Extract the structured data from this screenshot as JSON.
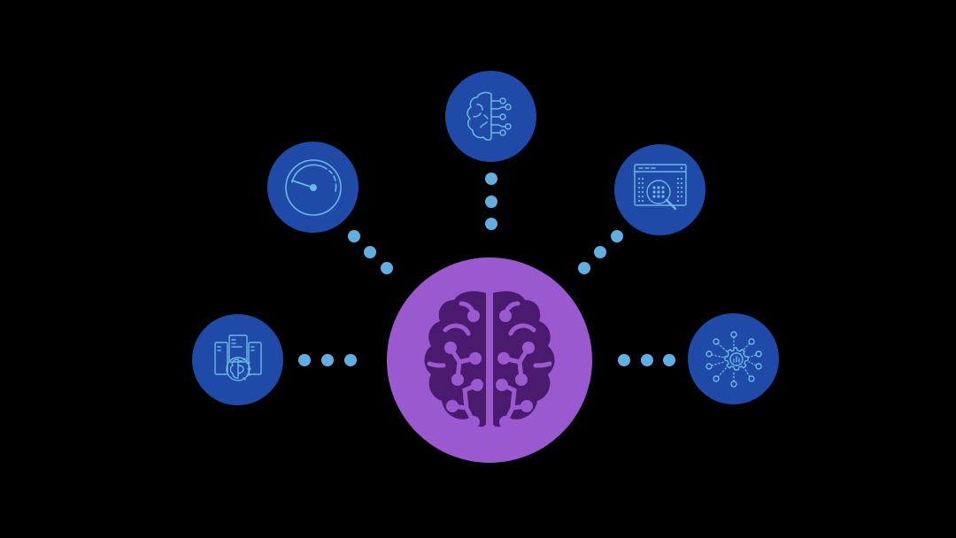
{
  "diagram": {
    "type": "hub-and-spoke",
    "background": "#000000",
    "colors": {
      "hub_fill": "#9b59d0",
      "hub_icon": "#4a1a6e",
      "satellite_fill": "#1f4aa8",
      "satellite_icon": "#6cb8e6",
      "connector_dot": "#62aee0"
    },
    "hub": {
      "id": "central-ai-brain",
      "icon": "circuit-brain-icon",
      "label": "AI brain"
    },
    "satellites": [
      {
        "id": "left",
        "icon": "server-brain-gear-icon",
        "label": "Servers with AI processing"
      },
      {
        "id": "upper-left",
        "icon": "speedometer-gauge-icon",
        "label": "Performance gauge"
      },
      {
        "id": "top",
        "icon": "brain-network-icon",
        "label": "Neural network brain"
      },
      {
        "id": "upper-right",
        "icon": "data-search-magnifier-icon",
        "label": "Data analysis search"
      },
      {
        "id": "right",
        "icon": "gear-network-analytics-icon",
        "label": "Connected analytics gear"
      }
    ],
    "connectors": [
      {
        "to": "left",
        "dots": 3
      },
      {
        "to": "upper-left",
        "dots": 3
      },
      {
        "to": "top",
        "dots": 3
      },
      {
        "to": "upper-right",
        "dots": 3
      },
      {
        "to": "right",
        "dots": 3
      }
    ]
  }
}
